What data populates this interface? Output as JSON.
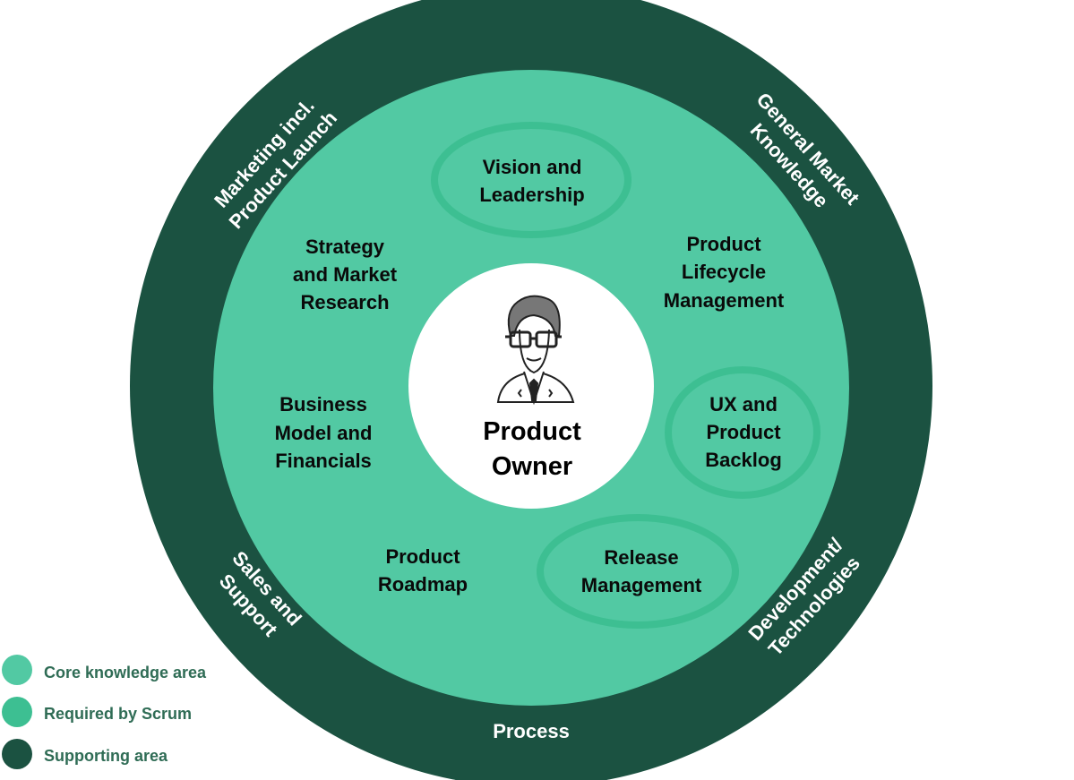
{
  "colors": {
    "core": "#52c9a3",
    "required": "#3dbf92",
    "supporting": "#1b5241",
    "center": "#ffffff",
    "legend_text": "#2f6c55"
  },
  "center": {
    "title_line1": "Product",
    "title_line2": "Owner",
    "icon": "product-owner-avatar-icon"
  },
  "core_areas": {
    "vision": [
      "Vision and",
      "Leadership"
    ],
    "strategy": [
      "Strategy",
      "and Market",
      "Research"
    ],
    "lifecycle": [
      "Product",
      "Lifecycle",
      "Management"
    ],
    "business": [
      "Business",
      "Model and",
      "Financials"
    ],
    "ux": [
      "UX and",
      "Product",
      "Backlog"
    ],
    "roadmap": [
      "Product",
      "Roadmap"
    ],
    "release": [
      "Release",
      "Management"
    ]
  },
  "supporting_areas": {
    "marketing": [
      "Marketing incl.",
      "Product Launch"
    ],
    "market": [
      "General Market",
      "Knowledge"
    ],
    "sales": [
      "Sales and",
      "Support"
    ],
    "development": [
      "Development/",
      "Technologies"
    ],
    "process": [
      "Process"
    ]
  },
  "legend": [
    {
      "label": "Core knowledge area",
      "color": "#52c9a3"
    },
    {
      "label": "Required by Scrum",
      "color": "#3dbf92"
    },
    {
      "label": "Supporting area",
      "color": "#1b5241"
    }
  ]
}
